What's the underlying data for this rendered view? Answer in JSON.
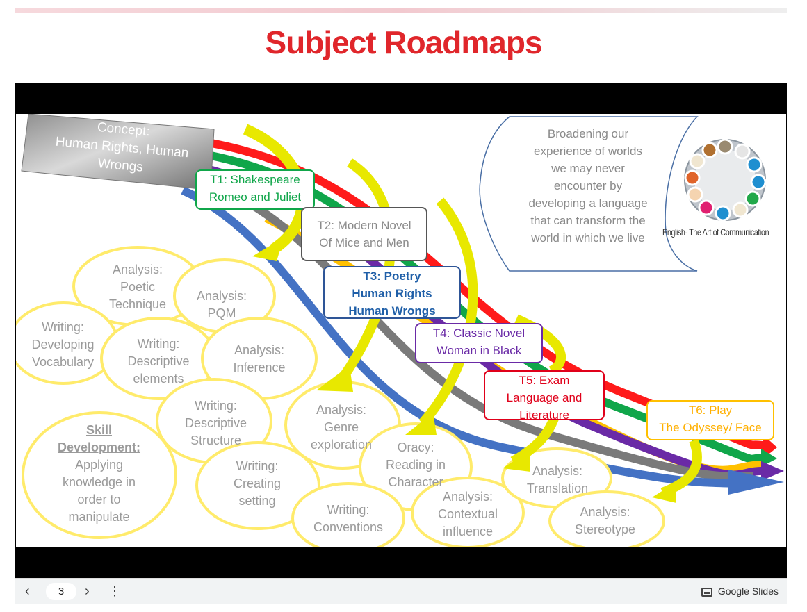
{
  "page_title": "Subject Roadmaps",
  "slide": {
    "concept": [
      "Concept:",
      "Human Rights, Human",
      "Wrongs"
    ],
    "terms": {
      "t1": [
        "T1: Shakespeare",
        "Romeo and Juliet"
      ],
      "t2": [
        "T2: Modern Novel",
        "Of Mice and Men"
      ],
      "t3": [
        "T3: Poetry",
        "Human Rights",
        "Human Wrongs"
      ],
      "t4": [
        "T4: Classic Novel",
        "Woman in Black"
      ],
      "t5": [
        "T5: Exam",
        "Language and",
        "Literature"
      ],
      "t6": [
        "T6: Play",
        "The Odyssey/ Face"
      ]
    },
    "scroll_text": [
      "Broadening our",
      "experience of worlds",
      "we may never",
      "encounter by",
      "developing a language",
      "that can transform the",
      "world in which we live"
    ],
    "logo_caption": "English- The Art of Communication",
    "skill_heading": [
      "Skill",
      "Development:"
    ],
    "skill_body": [
      "Applying",
      "knowledge in",
      "order to",
      "manipulate"
    ],
    "clouds": {
      "poetic": [
        "Analysis:",
        "Poetic",
        "Technique"
      ],
      "pqm": [
        "Analysis:",
        "PQM"
      ],
      "vocab": [
        "Writing:",
        "Developing",
        "Vocabulary"
      ],
      "descel": [
        "Writing:",
        "Descriptive",
        "elements"
      ],
      "inference": [
        "Analysis:",
        "Inference"
      ],
      "descstruct": [
        "Writing:",
        "Descriptive",
        "Structure"
      ],
      "genre": [
        "Analysis:",
        "Genre",
        "exploration"
      ],
      "oracy": [
        "Oracy:",
        "Reading in",
        "Character"
      ],
      "setting": [
        "Writing:",
        "Creating",
        "setting"
      ],
      "conventions": [
        "Writing:",
        "Conventions"
      ],
      "contextual": [
        "Analysis:",
        "Contextual",
        "influence"
      ],
      "translation": [
        "Analysis:",
        "Translation"
      ],
      "stereotype": [
        "Analysis:",
        "Stereotype"
      ]
    },
    "colors": {
      "red": "#ff1a1a",
      "green": "#10a64a",
      "purple": "#6a2aa6",
      "grey": "#7a7a7a",
      "blue": "#4472c4",
      "yellow": "#ffc000",
      "cloud": "#ffeb6b",
      "arrow": "#e8e800"
    }
  },
  "controls": {
    "prev_icon": "chevron-left-icon",
    "page": "3",
    "next_icon": "chevron-right-icon",
    "menu_icon": "more-vert-icon",
    "brand": "Google Slides"
  }
}
